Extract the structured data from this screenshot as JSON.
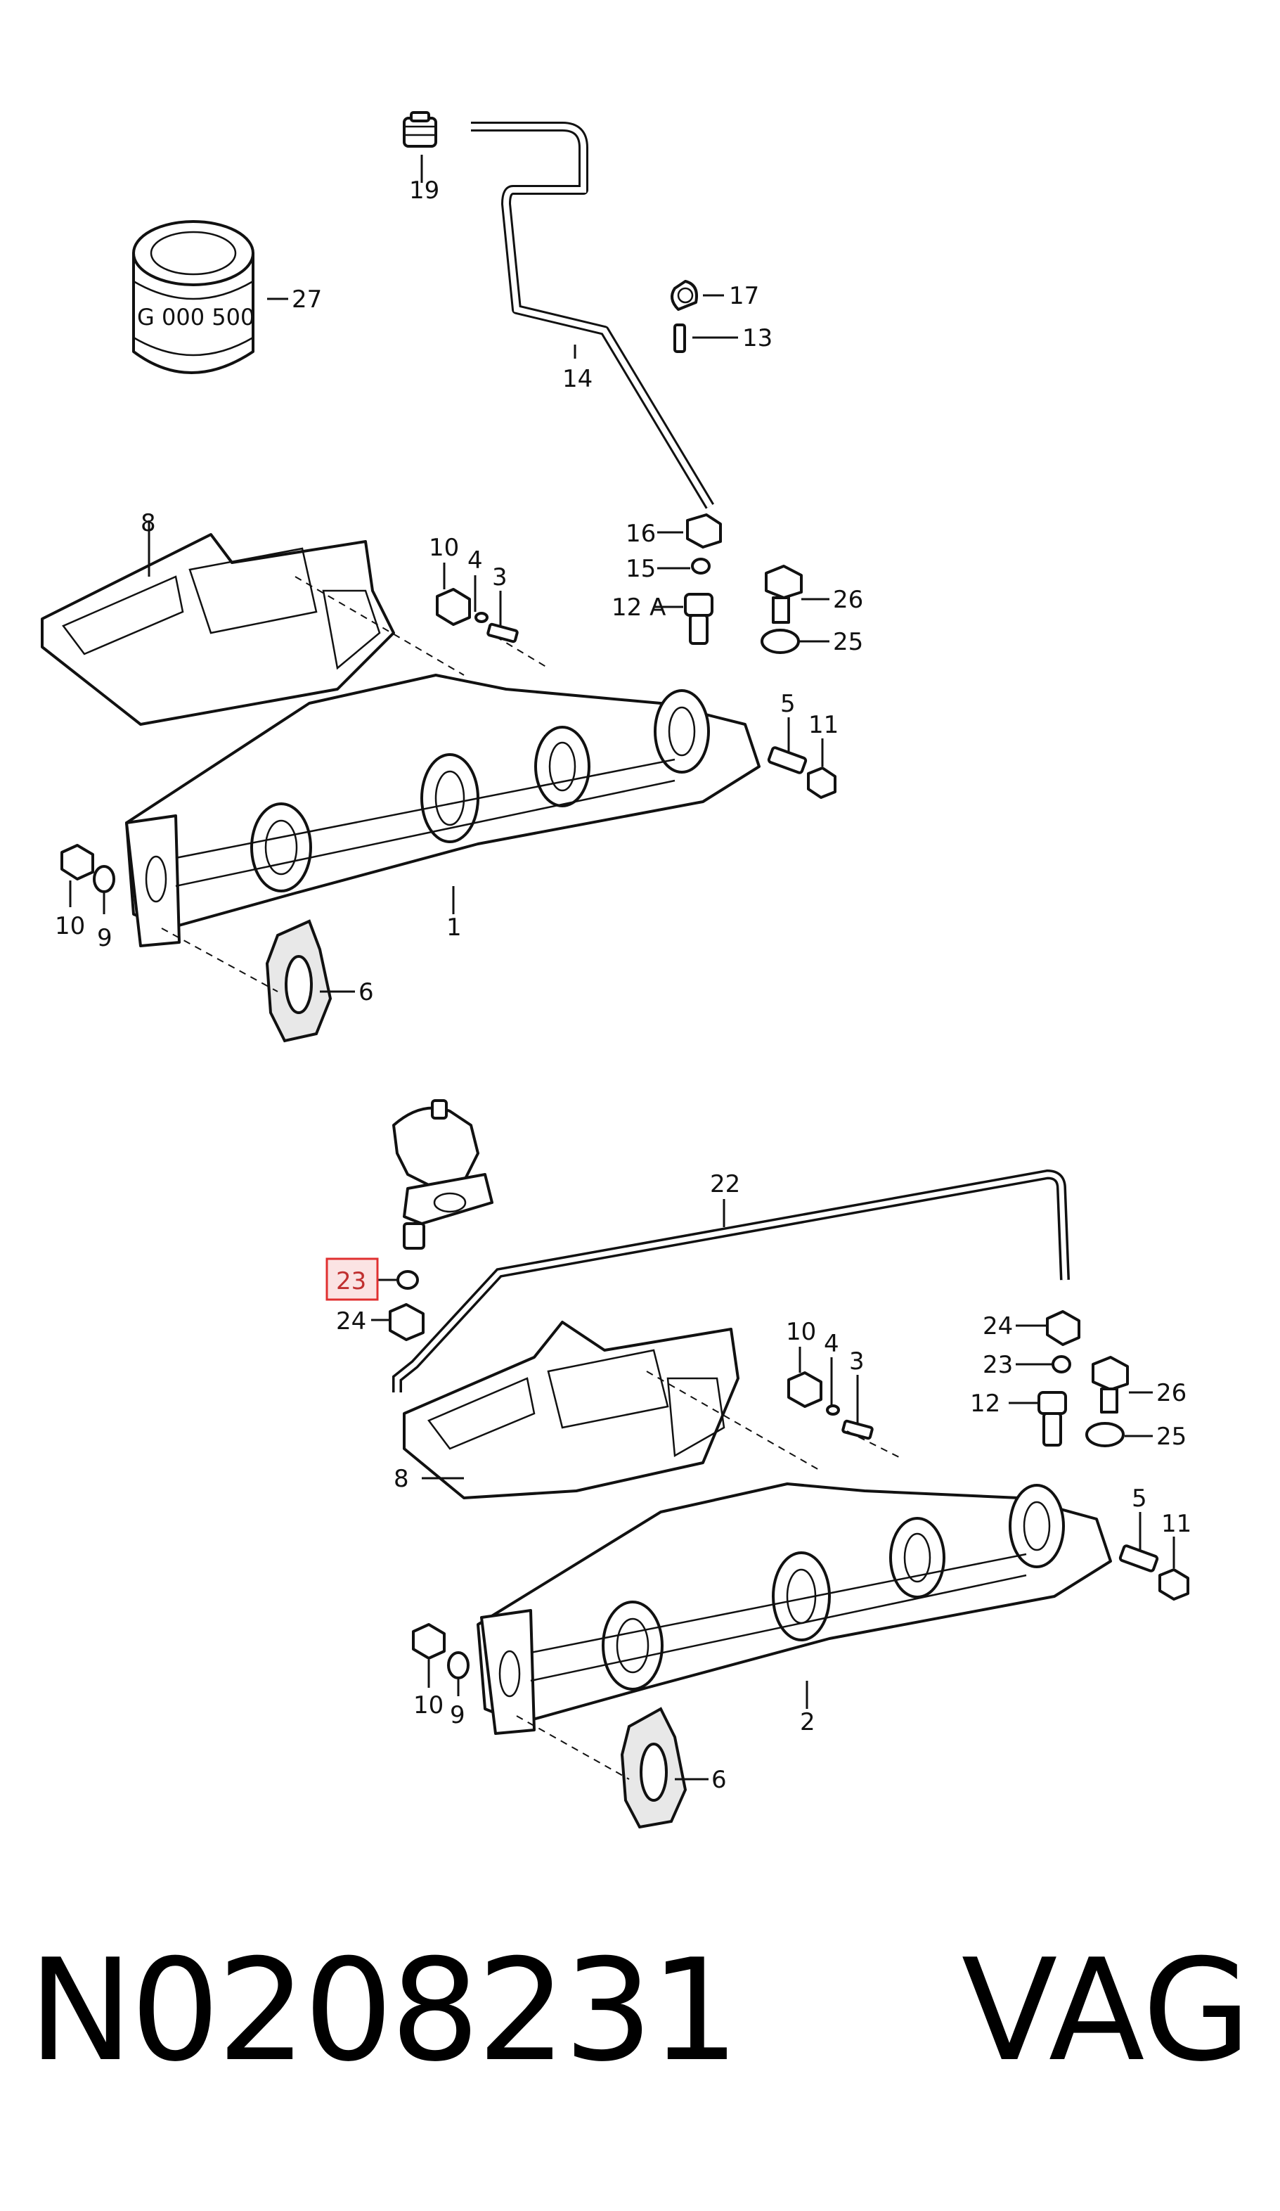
{
  "callouts": {
    "c1": "1",
    "c2": "2",
    "c3a": "3",
    "c3b": "3",
    "c4a": "4",
    "c4b": "4",
    "c5a": "5",
    "c5b": "5",
    "c6a": "6",
    "c6b": "6",
    "c8a": "8",
    "c8b": "8",
    "c9a": "9",
    "c9b": "9",
    "c10a": "10",
    "c10b": "10",
    "c10c": "10",
    "c10d": "10",
    "c11a": "11",
    "c11b": "11",
    "c12": "12",
    "c12a": "12 A",
    "c13": "13",
    "c14": "14",
    "c15": "15",
    "c16": "16",
    "c17": "17",
    "c19": "19",
    "c22": "22",
    "c23a": "23",
    "c23b": "23",
    "c24a": "24",
    "c24b": "24",
    "c25a": "25",
    "c25b": "25",
    "c26a": "26",
    "c26b": "26",
    "c27": "27"
  },
  "can_label": "G 000 500",
  "highlight_color": "#e03030",
  "footer": {
    "part_number": "N0208231",
    "brand": "VAG"
  }
}
